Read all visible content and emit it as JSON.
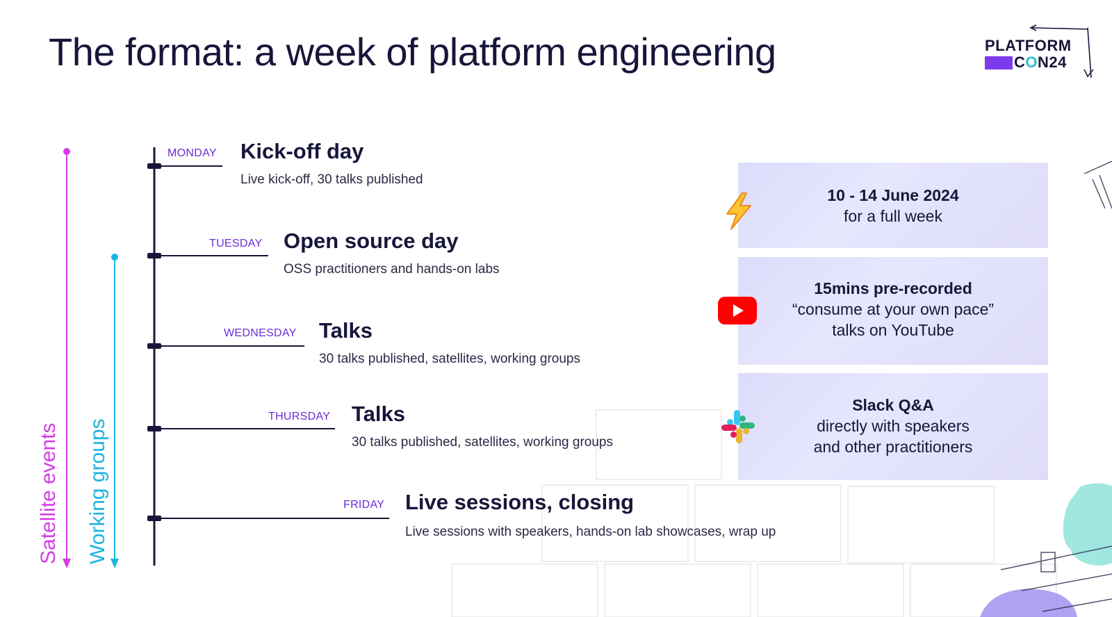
{
  "title": "The format: a week of platform engineering",
  "logo": {
    "line1": "PLATFORM",
    "line2_o": "O",
    "line2_rest": "N24",
    "line2_c": "C"
  },
  "side_labels": {
    "satellite": "Satellite events",
    "working": "Working groups"
  },
  "days": [
    {
      "day": "MONDAY",
      "title": "Kick-off day",
      "desc": "Live kick-off, 30 talks published"
    },
    {
      "day": "TUESDAY",
      "title": "Open source day",
      "desc": "OSS practitioners and hands-on labs"
    },
    {
      "day": "WEDNESDAY",
      "title": "Talks",
      "desc": "30 talks published, satellites, working groups"
    },
    {
      "day": "THURSDAY",
      "title": "Talks",
      "desc": "30 talks published, satellites, working groups"
    },
    {
      "day": "FRIDAY",
      "title": "Live sessions, closing",
      "desc": "Live sessions with speakers, hands-on lab showcases, wrap up"
    }
  ],
  "cards": [
    {
      "icon": "lightning-icon",
      "lines": [
        "10 - 14 June 2024",
        "for a full week"
      ]
    },
    {
      "icon": "youtube-icon",
      "lines": [
        "15mins pre-recorded",
        "“consume at your own pace”",
        "talks on YouTube"
      ]
    },
    {
      "icon": "slack-icon",
      "lines": [
        "Slack Q&A",
        "directly with speakers",
        "and other practitioners"
      ]
    }
  ],
  "colors": {
    "text": "#17163a",
    "day_label": "#6b2bd9",
    "satellite": "#d63be8",
    "working": "#1bb3e0",
    "card_bg": "#e2e2fc"
  }
}
